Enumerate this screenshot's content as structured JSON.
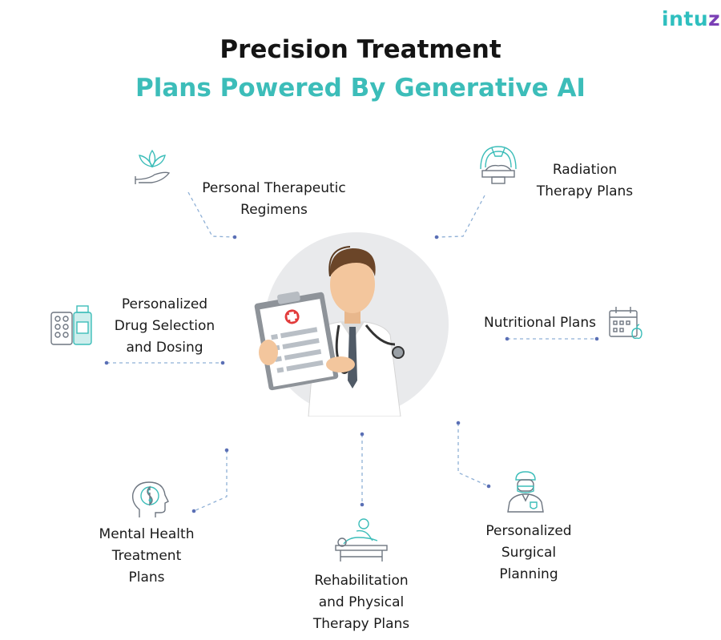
{
  "brand": {
    "logo_main": "intu",
    "logo_accent": "z"
  },
  "title": {
    "line1": "Precision Treatment",
    "line2": "Plans Powered By Generative AI"
  },
  "colors": {
    "accent_teal": "#3cbdb9",
    "accent_purple": "#7a3fb5",
    "connector": "#5a8fc7"
  },
  "items": [
    {
      "icon": "lotus-hand-icon",
      "lines": [
        "Personal Therapeutic",
        "Regimens"
      ]
    },
    {
      "icon": "radiation-machine-icon",
      "lines": [
        "Radiation",
        "Therapy Plans"
      ]
    },
    {
      "icon": "pills-bottle-icon",
      "lines": [
        "Personalized",
        "Drug Selection",
        "and Dosing"
      ]
    },
    {
      "icon": "calendar-apple-icon",
      "lines": [
        "Nutritional Plans"
      ]
    },
    {
      "icon": "head-yin-yang-icon",
      "lines": [
        "Mental Health",
        "Treatment",
        "Plans"
      ]
    },
    {
      "icon": "massage-table-icon",
      "lines": [
        "Rehabilitation",
        "and Physical",
        "Therapy Plans"
      ]
    },
    {
      "icon": "surgeon-icon",
      "lines": [
        "Personalized",
        "Surgical",
        "Planning"
      ]
    }
  ],
  "center": {
    "icon": "doctor-clipboard-icon"
  }
}
